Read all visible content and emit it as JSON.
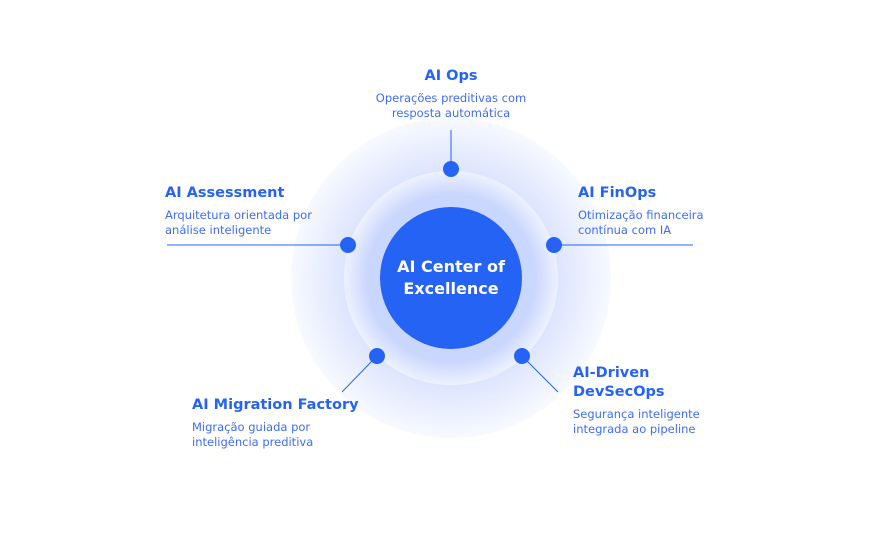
{
  "center": {
    "title": "AI Center of Excellence"
  },
  "nodes": [
    {
      "title": "AI Ops",
      "description": "Operações preditivas com resposta automática"
    },
    {
      "title": "AI Assessment",
      "description": "Arquitetura orientada por análise inteligente"
    },
    {
      "title": "AI FinOps",
      "description": "Otimização financeira contínua com IA"
    },
    {
      "title": "AI Migration Factory",
      "description": "Migração guiada por inteligência preditiva"
    },
    {
      "title": "AI-Driven DevSecOps",
      "description": "Segurança inteligente integrada ao pipeline"
    }
  ],
  "colors": {
    "accent": "#2563f4"
  }
}
